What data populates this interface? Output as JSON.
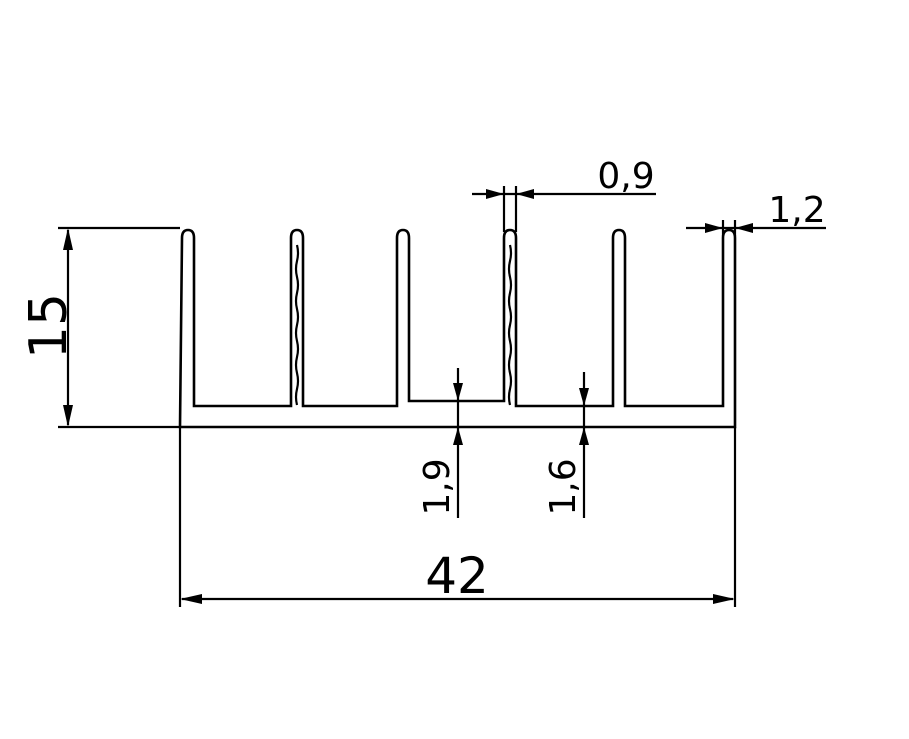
{
  "drawing": {
    "dimensions": {
      "height": "15",
      "width": "42",
      "fin_thickness_thin": "0,9",
      "fin_thickness_end": "1,2",
      "base_thickness_center": "1,9",
      "base_thickness_right": "1,6"
    },
    "colors": {
      "line": "#000000",
      "background": "#ffffff"
    }
  }
}
